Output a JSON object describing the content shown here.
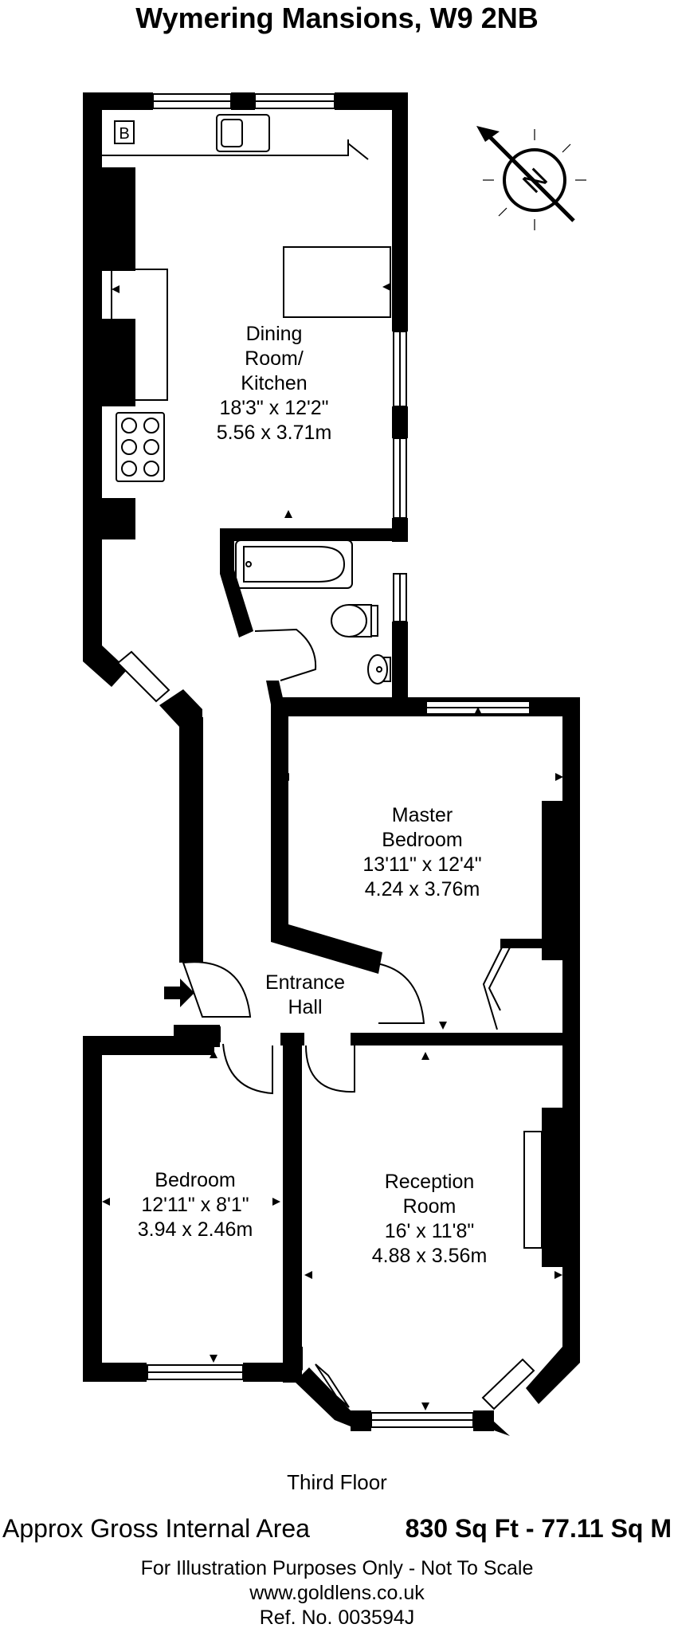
{
  "header": {
    "title": "Wymering Mansions, W9 2NB"
  },
  "appliances": {
    "boiler_label": "B"
  },
  "rooms": [
    {
      "id": "dining",
      "lines": [
        "Dining",
        "Room/",
        "Kitchen",
        "18'3\" x 12'2\"",
        "5.56 x 3.71m"
      ]
    },
    {
      "id": "master",
      "lines": [
        "Master",
        "Bedroom",
        "13'11\" x 12'4\"",
        "4.24 x 3.76m"
      ]
    },
    {
      "id": "hall",
      "lines": [
        "Entrance",
        "Hall"
      ]
    },
    {
      "id": "bedroom",
      "lines": [
        "Bedroom",
        "12'11\" x 8'1\"",
        "3.94 x 2.46m"
      ]
    },
    {
      "id": "reception",
      "lines": [
        "Reception",
        "Room",
        "16' x 11'8\"",
        "4.88 x 3.56m"
      ]
    }
  ],
  "compass": {
    "label": "N"
  },
  "footer": {
    "floor": "Third Floor",
    "area_label": "Approx Gross Internal Area",
    "area_value": "830 Sq Ft  -  77.11 Sq M",
    "disclaimer": "For Illustration Purposes Only - Not To Scale",
    "website": "www.goldlens.co.uk",
    "reference": "Ref. No. 003594J"
  }
}
